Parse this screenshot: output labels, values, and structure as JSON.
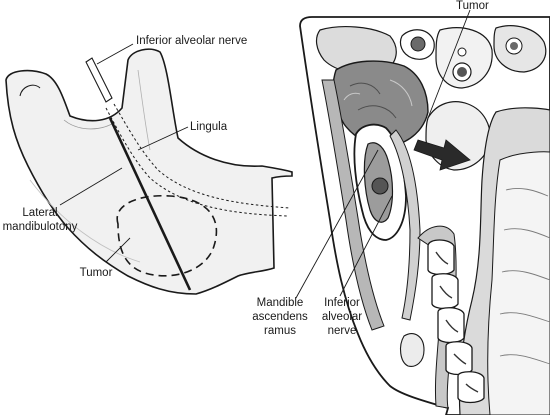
{
  "left_figure": {
    "labels": {
      "inferior_alveolar_nerve": "Inferior alveolar nerve",
      "lingula": "Lingula",
      "lateral_line1": "Lateral",
      "lateral_line2": "mandibulotony",
      "tumor": "Tumor"
    }
  },
  "right_figure": {
    "labels": {
      "tumor": "Tumor",
      "mandible_line1": "Mandible",
      "mandible_line2": "ascendens",
      "mandible_line3": "ramus",
      "nerve_line1": "Inferior",
      "nerve_line2": "alveolar",
      "nerve_line3": "nerve"
    }
  },
  "colors": {
    "ink": "#1a1a1a",
    "bone_fill": "#f1f1f1",
    "tissue_gray": "#8a8a8a",
    "dark_tissue": "#5e5e5e"
  }
}
